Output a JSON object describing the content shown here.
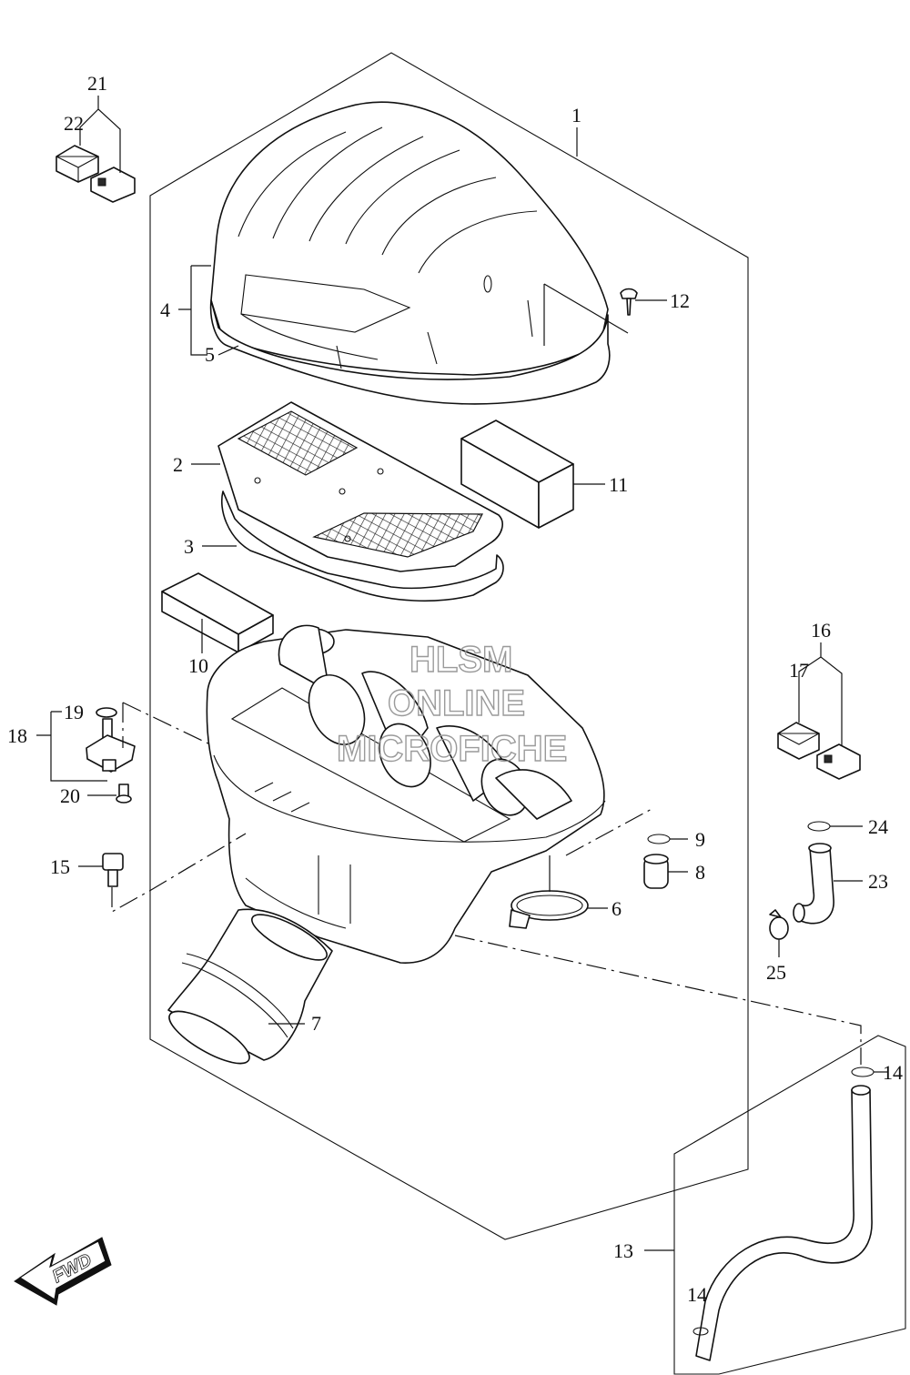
{
  "callouts": {
    "c1": "1",
    "c2": "2",
    "c3": "3",
    "c4": "4",
    "c5": "5",
    "c6": "6",
    "c7": "7",
    "c8": "8",
    "c9": "9",
    "c10": "10",
    "c11": "11",
    "c12": "12",
    "c13": "13",
    "c14a": "14",
    "c14b": "14",
    "c15": "15",
    "c16": "16",
    "c17": "17",
    "c18": "18",
    "c19": "19",
    "c20": "20",
    "c21": "21",
    "c22": "22",
    "c23": "23",
    "c24": "24",
    "c25": "25"
  },
  "watermark": {
    "line1": "HLSM",
    "line2": "ONLINE",
    "line3": "MICROFICHE"
  },
  "fwd_label": "FWD",
  "icons": {
    "direction_arrow": "fwd-arrow-icon"
  }
}
